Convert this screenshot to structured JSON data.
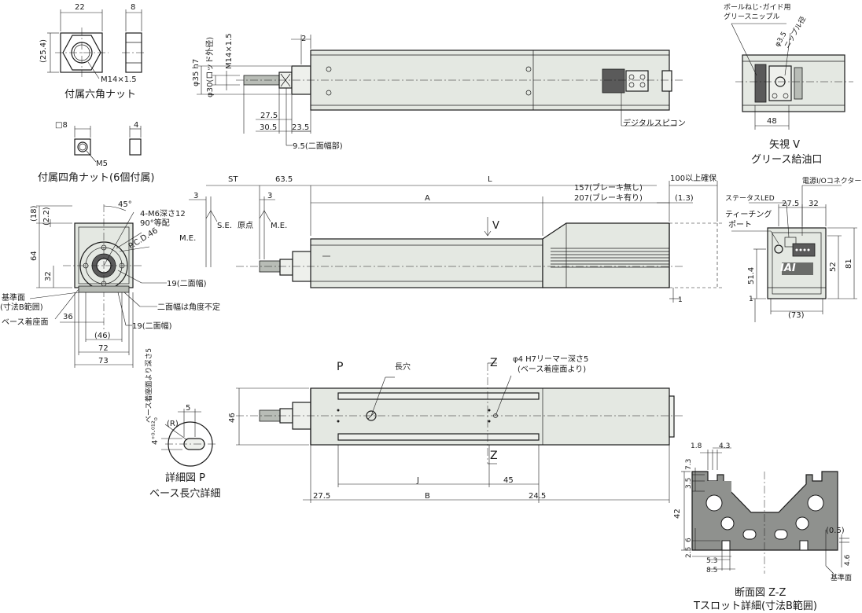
{
  "labels": {
    "hex_nut": "付属六角ナット",
    "square_nut": "付属四角ナット(6個付属)",
    "detail_p_title": "詳細図 P",
    "detail_p_sub": "ベース長穴詳細",
    "view_v_title": "矢視 V",
    "view_v_sub": "グリース給油口",
    "section_zz_title": "断面図 Z-Z",
    "section_zz_sub": "Tスロット詳細(寸法B範囲)",
    "grease_nipple_1": "ボールねじ･ガイド用",
    "grease_nipple_2": "グリースニップル",
    "nipple_dia_1": "φ3.5",
    "nipple_dia_2": "ニップル径",
    "digital_speedcon": "デジタルスピコン",
    "flats_9_5": "9.5(二面幅部)",
    "status_led": "ステータスLED",
    "teaching_port_1": "ティーチング",
    "teaching_port_2": "ポート",
    "power_io": "電源I/Oコネクター",
    "tap_1": "4-M6深さ12",
    "tap_2": "90°等配",
    "pcd": "P.C.D.46",
    "angle_45": "45°",
    "se": "S.E.",
    "me": "M.E.",
    "origin": "原点",
    "ref_surface": "基準面",
    "dim_b_range": "(寸法B範囲)",
    "base_mount": "ベース着座面",
    "flats_19": "19(二面幅)",
    "flats_angle": "二面幅は角度不定",
    "long_hole": "長穴",
    "reamer_1": "φ4 H7リーマー深さ5",
    "reamer_2": "(ベース着座面より)",
    "depth_5_1": "ベース着座面より深さ5",
    "tol": "4⁺⁰·⁰¹²₀",
    "r_label": "(R)",
    "ref_surface_2": "基準面",
    "m14": "M14×1.5",
    "m5": "M5",
    "rod_dia": "φ30(ロッド外径)",
    "flange_dia": "φ35 h7",
    "p": "P",
    "v": "V",
    "z": "Z",
    "logo": "IAI"
  },
  "dims": {
    "d22": "22",
    "d8": "8",
    "d25_4": "(25.4)",
    "sq8": "□8",
    "d4": "4",
    "d2": "2",
    "d27_5": "27.5",
    "d30_5": "30.5",
    "d23_5": "23.5",
    "d48": "48",
    "st": "ST",
    "d63_5": "63.5",
    "l": "L",
    "d100": "100以上確保",
    "d3": "3",
    "a": "A",
    "brake_none": "157(ブレーキ無し)",
    "brake_with": "207(ブレーキ有り)",
    "d1_3": "(1.3)",
    "d18": "(18)",
    "d2_2": "(2.2)",
    "d64": "64",
    "d32": "32",
    "d36": "36",
    "d46p": "(46)",
    "d72": "72",
    "d73": "73",
    "d19": "19(二面幅)",
    "d27_5b": "27.5",
    "d32b": "32",
    "d51_4": "51.4",
    "d52": "52",
    "d81": "81",
    "d1": "1",
    "d73p": "(73)",
    "d46": "46",
    "d5": "5",
    "j": "J",
    "d45": "45",
    "b": "B",
    "d24_5": "24.5",
    "d1_8": "1.8",
    "d4_3": "4.3",
    "d7_3": "7.3",
    "d3_5": "3.5",
    "d42": "42",
    "d6": "6",
    "d2_5": "2.5",
    "d5_3": "5.3",
    "d8_5": "8.5",
    "d0_5": "(0.5)",
    "d4_6": "4.6",
    "d14": "M14×1.5"
  }
}
